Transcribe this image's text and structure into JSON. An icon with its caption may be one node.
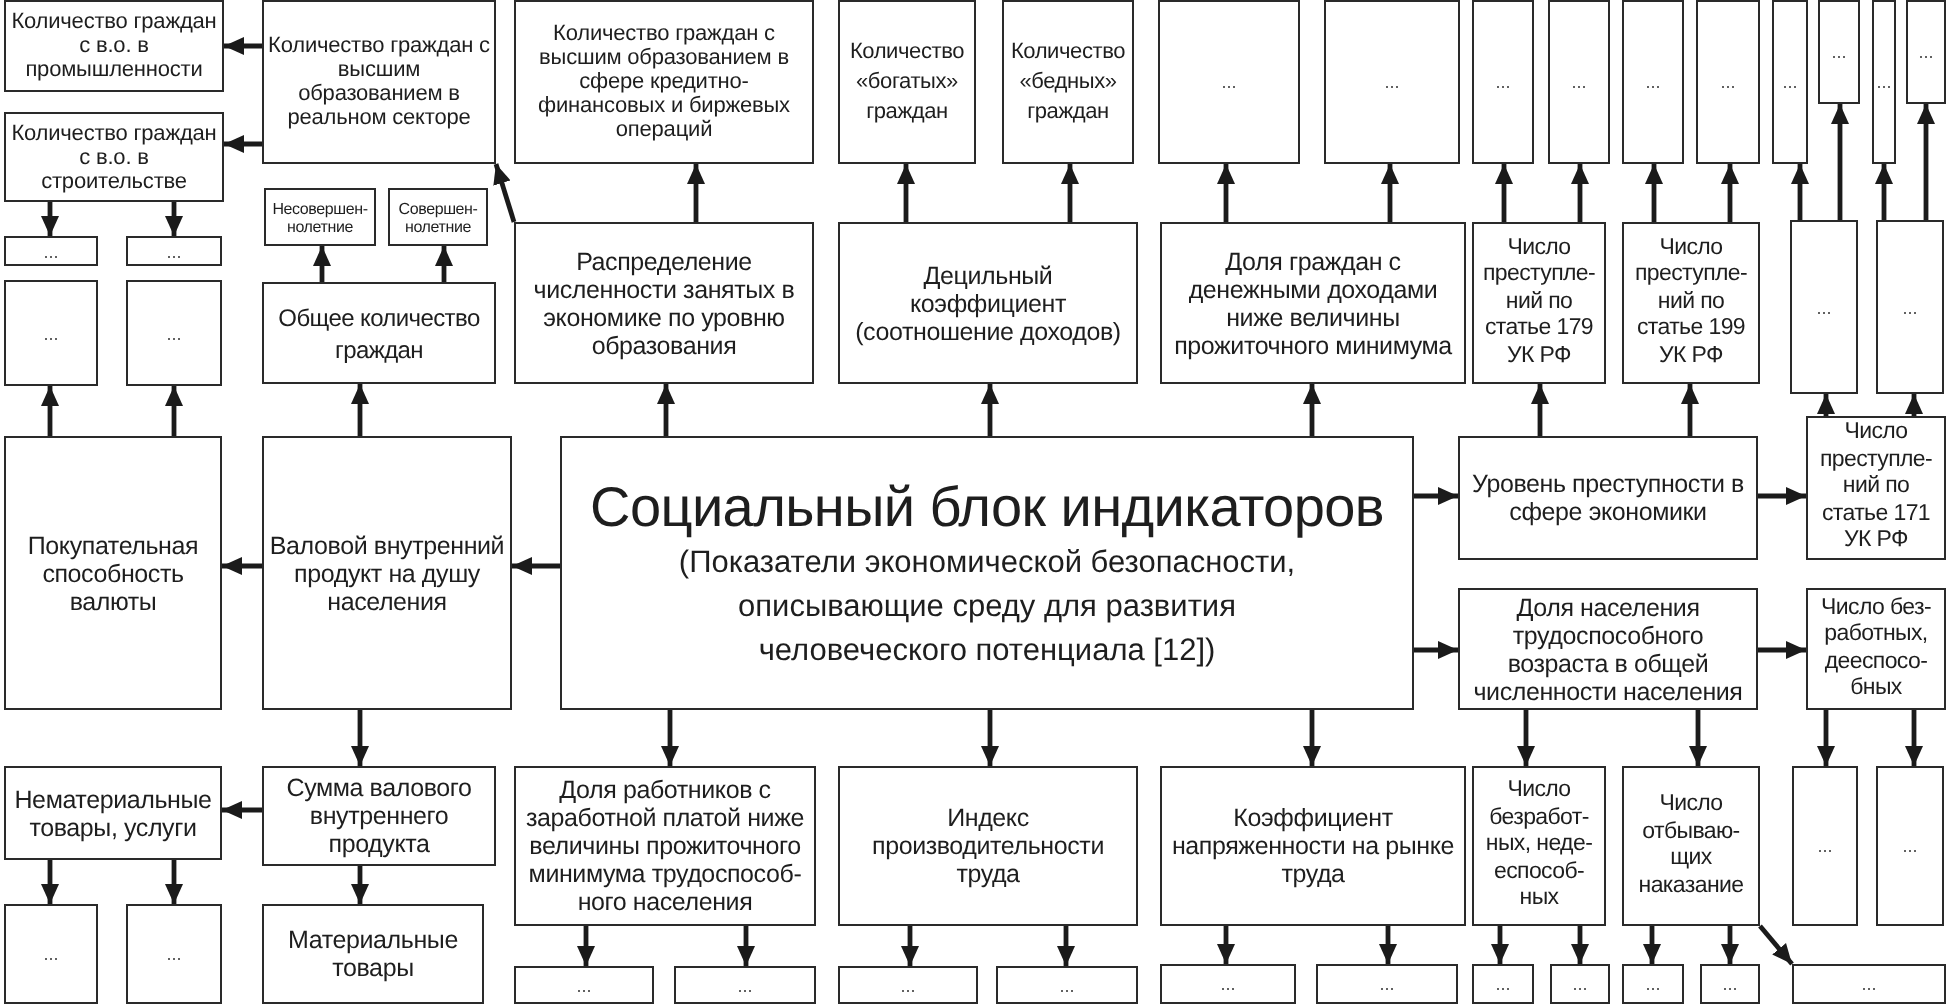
{
  "diagram": {
    "nodes": [
      {
        "text": [
          "Количество граждан с в.о. в промышленности"
        ]
      },
      {
        "text": [
          "Количество граждан с высшим образованием в реальном секторе"
        ]
      },
      {
        "text": [
          "Количество граждан с высшим образованием в сфере кредитно-финансовых и биржевых операций"
        ]
      },
      {
        "text": [
          "Количество «богатых» граждан"
        ]
      },
      {
        "text": [
          "Количество «бедных» граждан"
        ]
      },
      {
        "text": [
          "..."
        ]
      },
      {
        "text": [
          "..."
        ]
      },
      {
        "text": [
          "..."
        ]
      },
      {
        "text": [
          "..."
        ]
      },
      {
        "text": [
          "..."
        ]
      },
      {
        "text": [
          "..."
        ]
      },
      {
        "text": [
          "..."
        ]
      },
      {
        "text": [
          "..."
        ]
      },
      {
        "text": [
          "..."
        ]
      },
      {
        "text": [
          "..."
        ]
      },
      {
        "text": [
          "Количество граждан с в.о. в строительстве"
        ]
      },
      {
        "text": [
          "Несовершен-нолетние"
        ]
      },
      {
        "text": [
          "Совершен-нолетние"
        ]
      },
      {
        "text": [
          "Распределение численности занятых в экономике по уровню образования"
        ]
      },
      {
        "text": [
          "Децильный коэффициент (соотношение доходов)"
        ]
      },
      {
        "text": [
          "Доля граждан с денежными доходами ниже величины прожиточного минимума"
        ]
      },
      {
        "text": [
          "Число преступле-ний по статье 179 УК РФ"
        ]
      },
      {
        "text": [
          "Число преступле-ний по статье 199 УК РФ"
        ]
      },
      {
        "text": [
          "..."
        ]
      },
      {
        "text": [
          "..."
        ]
      },
      {
        "text": [
          "..."
        ]
      },
      {
        "text": [
          "..."
        ]
      },
      {
        "text": [
          "..."
        ]
      },
      {
        "text": [
          "..."
        ]
      },
      {
        "text": [
          "Общее количество граждан"
        ]
      },
      {
        "text": [
          "Покупательная способность валюты"
        ]
      },
      {
        "text": [
          "Валовой внутренний продукт на душу населения"
        ]
      },
      {
        "text": [
          "Социальный блок индикаторов",
          "(Показатели экономической безопасности, описывающие среду для развития человеческого потенциала [12])"
        ]
      },
      {
        "text": [
          "Уровень преступности в сфере экономики"
        ]
      },
      {
        "text": [
          "Число преступле-ний по статье 171 УК РФ"
        ]
      },
      {
        "text": [
          "Доля населения трудоспособного возраста в общей численности населения"
        ]
      },
      {
        "text": [
          "Число без-работных, дееспосо-бных"
        ]
      },
      {
        "text": [
          "Нематериальные товары, услуги"
        ]
      },
      {
        "text": [
          "Сумма валового внутреннего продукта"
        ]
      },
      {
        "text": [
          "Доля работников с заработной платой ниже величины прожиточного минимума трудоспособ-ного населения"
        ]
      },
      {
        "text": [
          "Индекс производительности труда"
        ]
      },
      {
        "text": [
          "Коэффициент напряженности на рынке труда"
        ]
      },
      {
        "text": [
          "Число безработ-ных, неде-еспособ-ных"
        ]
      },
      {
        "text": [
          "Число отбываю-щих наказание"
        ]
      },
      {
        "text": [
          "..."
        ]
      },
      {
        "text": [
          "..."
        ]
      },
      {
        "text": [
          "..."
        ]
      },
      {
        "text": [
          "..."
        ]
      },
      {
        "text": [
          "Материальные товары"
        ]
      },
      {
        "text": [
          "..."
        ]
      },
      {
        "text": [
          "..."
        ]
      },
      {
        "text": [
          "..."
        ]
      },
      {
        "text": [
          "..."
        ]
      },
      {
        "text": [
          "..."
        ]
      },
      {
        "text": [
          "..."
        ]
      },
      {
        "text": [
          "..."
        ]
      },
      {
        "text": [
          "..."
        ]
      },
      {
        "text": [
          "..."
        ]
      },
      {
        "text": [
          "..."
        ]
      },
      {
        "text": [
          "..."
        ]
      }
    ],
    "edges": [
      {
        "from": 1,
        "to": 0,
        "arrow": "to"
      },
      {
        "from": 1,
        "to": 15,
        "arrow": "to"
      },
      {
        "from": 15,
        "to": 25,
        "arrow": "to"
      },
      {
        "from": 15,
        "to": 26,
        "arrow": "to"
      },
      {
        "from": 30,
        "to": 27,
        "arrow": "to"
      },
      {
        "from": 30,
        "to": 28,
        "arrow": "to"
      },
      {
        "from": 29,
        "to": 16,
        "arrow": "to"
      },
      {
        "from": 29,
        "to": 17,
        "arrow": "to"
      },
      {
        "from": 31,
        "to": 29,
        "arrow": "to"
      },
      {
        "from": 18,
        "to": 1,
        "arrow": "to"
      },
      {
        "from": 18,
        "to": 2,
        "arrow": "to"
      },
      {
        "from": 19,
        "to": 3,
        "arrow": "to"
      },
      {
        "from": 19,
        "to": 4,
        "arrow": "to"
      },
      {
        "from": 20,
        "to": 5,
        "arrow": "to"
      },
      {
        "from": 20,
        "to": 6,
        "arrow": "to"
      },
      {
        "from": 21,
        "to": 7,
        "arrow": "to"
      },
      {
        "from": 21,
        "to": 8,
        "arrow": "to"
      },
      {
        "from": 22,
        "to": 9,
        "arrow": "to"
      },
      {
        "from": 22,
        "to": 10,
        "arrow": "to"
      },
      {
        "from": 23,
        "to": 11,
        "arrow": "to"
      },
      {
        "from": 23,
        "to": 12,
        "arrow": "to"
      },
      {
        "from": 24,
        "to": 13,
        "arrow": "to"
      },
      {
        "from": 24,
        "to": 14,
        "arrow": "to"
      },
      {
        "from": 32,
        "to": 18,
        "arrow": "to"
      },
      {
        "from": 32,
        "to": 19,
        "arrow": "to"
      },
      {
        "from": 32,
        "to": 20,
        "arrow": "to"
      },
      {
        "from": 33,
        "to": 21,
        "arrow": "to"
      },
      {
        "from": 33,
        "to": 22,
        "arrow": "to"
      },
      {
        "from": 34,
        "to": 23,
        "arrow": "to"
      },
      {
        "from": 34,
        "to": 24,
        "arrow": "to"
      },
      {
        "from": 32,
        "to": 33,
        "arrow": "to"
      },
      {
        "from": 33,
        "to": 34,
        "arrow": "to"
      },
      {
        "from": 32,
        "to": 31,
        "arrow": "to"
      },
      {
        "from": 31,
        "to": 30,
        "arrow": "to"
      },
      {
        "from": 32,
        "to": 35,
        "arrow": "to"
      },
      {
        "from": 35,
        "to": 36,
        "arrow": "to"
      },
      {
        "from": 31,
        "to": 38,
        "arrow": "to"
      },
      {
        "from": 38,
        "to": 37,
        "arrow": "to"
      },
      {
        "from": 38,
        "to": 48,
        "arrow": "to"
      },
      {
        "from": 37,
        "to": 46,
        "arrow": "to"
      },
      {
        "from": 37,
        "to": 47,
        "arrow": "to"
      },
      {
        "from": 32,
        "to": 39,
        "arrow": "to"
      },
      {
        "from": 32,
        "to": 40,
        "arrow": "to"
      },
      {
        "from": 32,
        "to": 41,
        "arrow": "to"
      },
      {
        "from": 35,
        "to": 42,
        "arrow": "to"
      },
      {
        "from": 35,
        "to": 43,
        "arrow": "to"
      },
      {
        "from": 36,
        "to": 44,
        "arrow": "to"
      },
      {
        "from": 36,
        "to": 45,
        "arrow": "to"
      },
      {
        "from": 39,
        "to": 49,
        "arrow": "to"
      },
      {
        "from": 39,
        "to": 50,
        "arrow": "to"
      },
      {
        "from": 40,
        "to": 51,
        "arrow": "to"
      },
      {
        "from": 40,
        "to": 52,
        "arrow": "to"
      },
      {
        "from": 41,
        "to": 53,
        "arrow": "to"
      },
      {
        "from": 41,
        "to": 54,
        "arrow": "to"
      },
      {
        "from": 42,
        "to": 55,
        "arrow": "to"
      },
      {
        "from": 42,
        "to": 56,
        "arrow": "to"
      },
      {
        "from": 43,
        "to": 57,
        "arrow": "to"
      },
      {
        "from": 43,
        "to": 58,
        "arrow": "to"
      },
      {
        "from": 43,
        "to": 59,
        "arrow": "to"
      }
    ]
  }
}
